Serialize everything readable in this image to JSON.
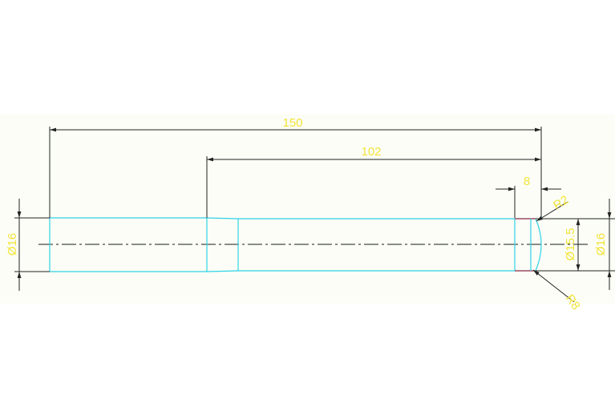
{
  "dimensions": {
    "overall_length": "150",
    "section_length": "102",
    "end_length": "8",
    "left_diameter": "Ø16",
    "right_diameter": "Ø16",
    "groove_diameter": "Ø15.5",
    "fillet_radius": "R2",
    "outer_radius": "R8"
  },
  "colors": {
    "background": "#ffffff",
    "canvas": "#fbfdf6",
    "geometry": "#2fd3e6",
    "dimension_lines": "#222222",
    "dimension_text": "#f3e43a",
    "edge_marker": "#8a2a4a"
  }
}
